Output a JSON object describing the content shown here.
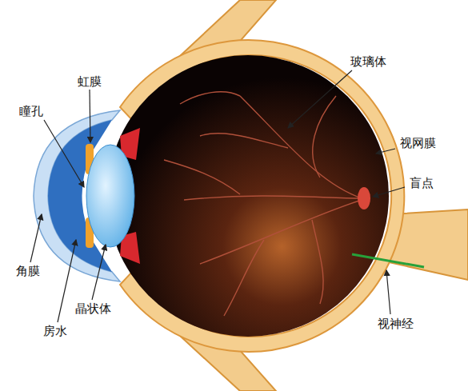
{
  "diagram": {
    "labels": [
      "虹膜",
      "瞳孔",
      "玻璃体",
      "视网膜",
      "盲点",
      "角膜",
      "晶状体",
      "房水",
      "视神经"
    ]
  }
}
